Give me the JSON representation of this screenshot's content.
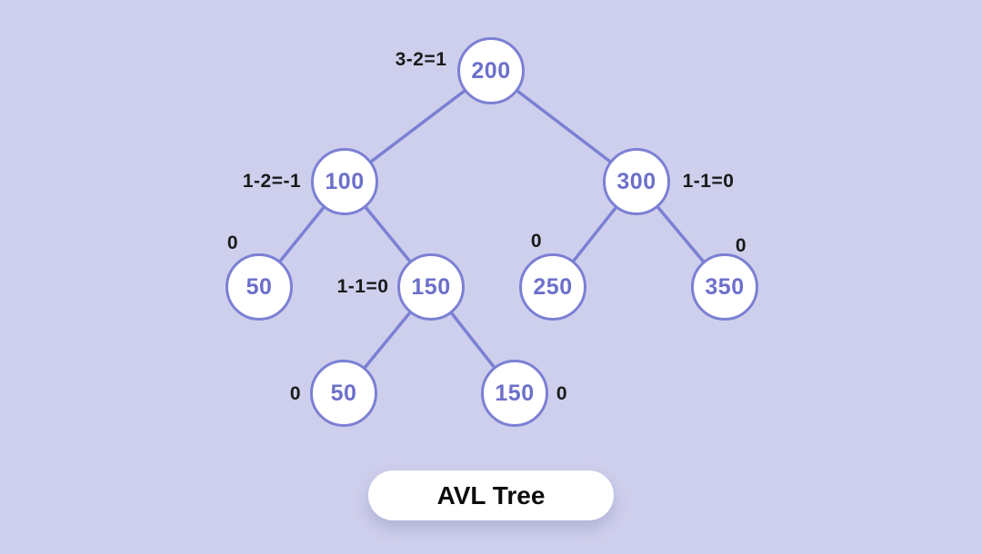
{
  "diagram": {
    "title": "AVL Tree",
    "type": "avl-binary-tree",
    "colors": {
      "background": "#cecfec",
      "node_border": "#7b80d4",
      "node_fill": "#ffffff",
      "node_text": "#6c70ca",
      "edge": "#7b80d4",
      "balance_text": "#1a1a1a",
      "title_pill_bg": "#ffffff",
      "title_text": "#0d0d0d"
    },
    "nodes": [
      {
        "value": "200",
        "balance": "3-2=1",
        "level": 1
      },
      {
        "value": "100",
        "balance": "1-2=-1",
        "level": 2
      },
      {
        "value": "300",
        "balance": "1-1=0",
        "level": 2
      },
      {
        "value": "50",
        "balance": "0",
        "level": 3
      },
      {
        "value": "150",
        "balance": "1-1=0",
        "level": 3
      },
      {
        "value": "250",
        "balance": "0",
        "level": 3
      },
      {
        "value": "350",
        "balance": "0",
        "level": 3
      },
      {
        "value": "50",
        "balance": "0",
        "level": 4
      },
      {
        "value": "150",
        "balance": "0",
        "level": 4
      }
    ],
    "edges": [
      [
        "200",
        "100"
      ],
      [
        "200",
        "300"
      ],
      [
        "100",
        "50"
      ],
      [
        "100",
        "150"
      ],
      [
        "300",
        "250"
      ],
      [
        "300",
        "350"
      ],
      [
        "150",
        "50"
      ],
      [
        "150",
        "150"
      ]
    ]
  }
}
